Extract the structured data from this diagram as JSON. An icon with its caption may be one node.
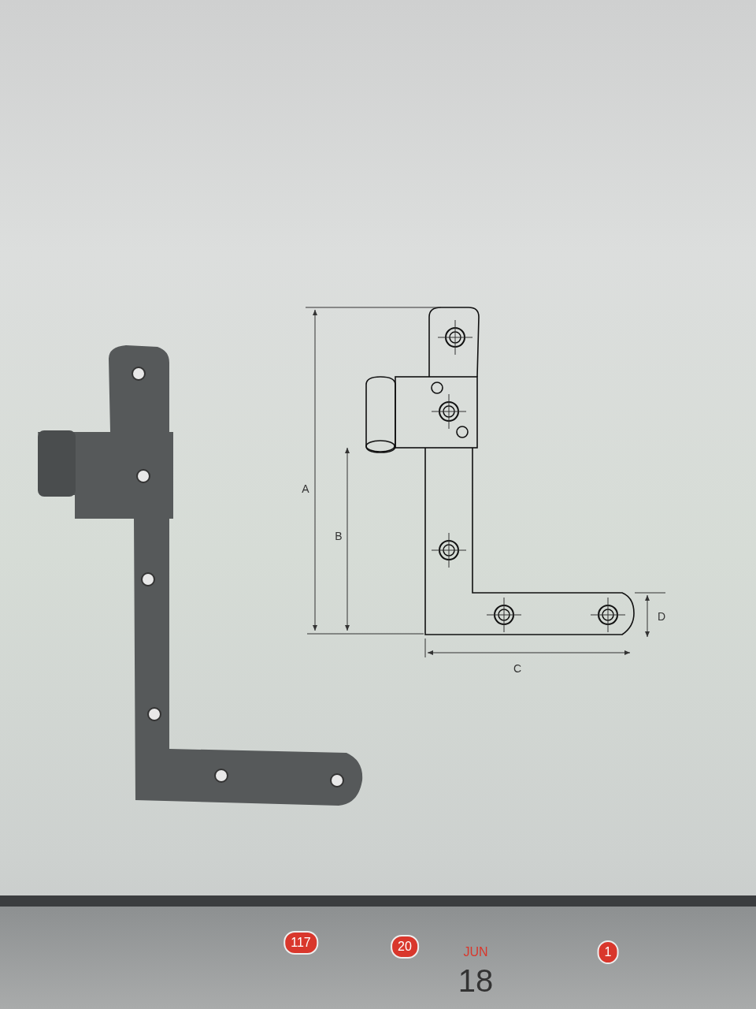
{
  "diagram": {
    "labels": [
      "A",
      "B",
      "C",
      "D",
      "117",
      "20",
      "JUN",
      "18",
      "1"
    ]
  }
}
